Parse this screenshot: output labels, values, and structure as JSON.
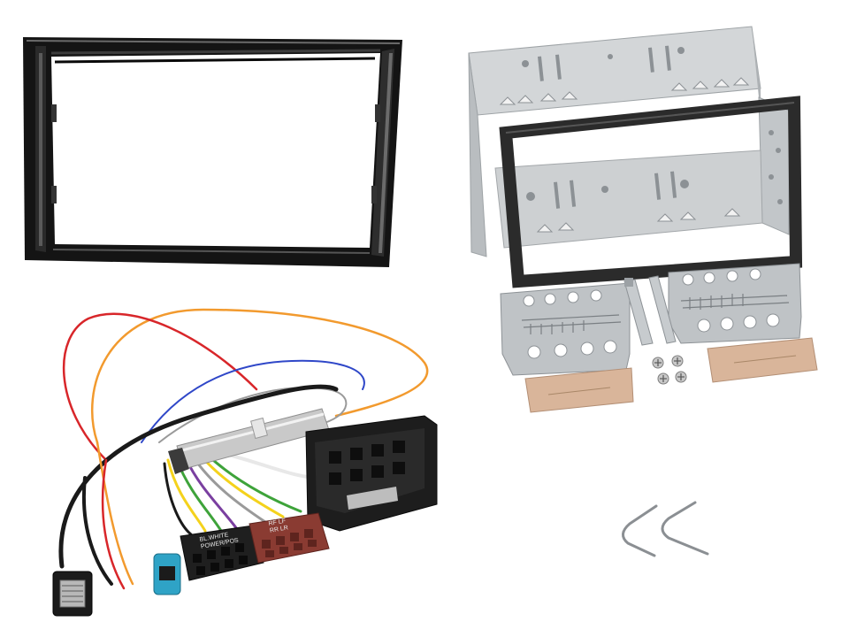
{
  "image": {
    "background": "#ffffff",
    "items": [
      "double-din-fascia-panel",
      "din-mounting-cage",
      "side-mounting-brackets",
      "mounting-screws",
      "release-keys",
      "iso-wiring-harness",
      "antenna-adapter"
    ]
  },
  "labels": {
    "iso_black_connector": "BL.WHITE\nPOWER/POS",
    "iso_brown_connector": "RF LF\nRR LR"
  },
  "colors": {
    "fascia": "#151515",
    "cage_metal": "#c9ccce",
    "bracket_metal": "#bfc3c6",
    "foam_pad": "#d9b59a",
    "connector_black": "#1d1d1d",
    "connector_brown": "#8a3b32",
    "connector_blue": "#2fa3c6",
    "wire_orange": "#f29a2e",
    "wire_red": "#d8262a",
    "wire_blue": "#2f47c8",
    "wire_yellow": "#f4d21c",
    "wire_green": "#3ea33a",
    "wire_purple": "#7a3fa0",
    "wire_grey": "#9a9a9a"
  }
}
